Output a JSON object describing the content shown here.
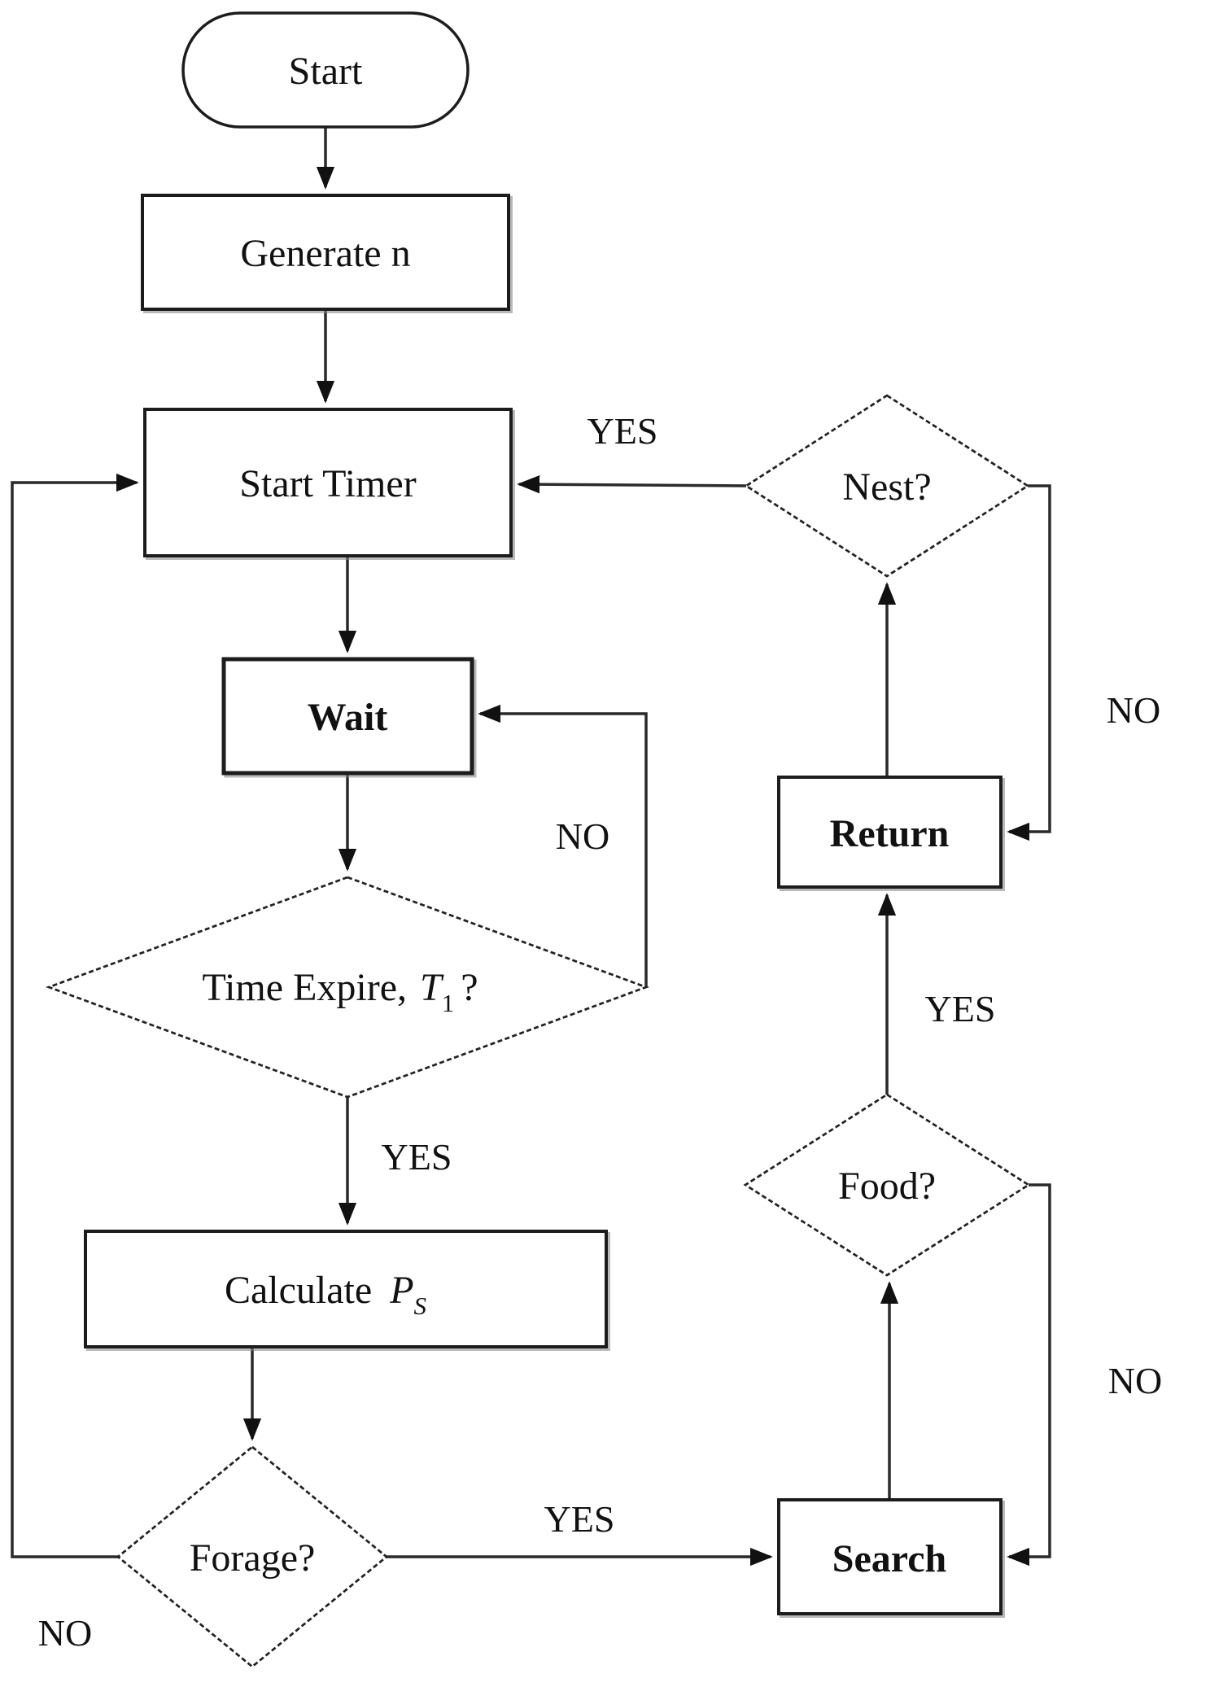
{
  "diagram": {
    "background": "#ffffff",
    "stroke_color": "#1c1c1c",
    "text_color": "#111111",
    "nodes": {
      "start": {
        "label": "Start",
        "shape": "terminator"
      },
      "generate_n": {
        "label": "Generate n",
        "shape": "process"
      },
      "start_timer": {
        "label": "Start Timer",
        "shape": "process"
      },
      "wait": {
        "label": "Wait",
        "shape": "process",
        "emphasis": "bold"
      },
      "time_expire": {
        "prefix": "Time Expire,",
        "var": "T",
        "sub": "1",
        "suffix": "?",
        "shape": "decision"
      },
      "calculate_ps": {
        "prefix": "Calculate",
        "var": "P",
        "sub": "S",
        "shape": "process"
      },
      "forage": {
        "label": "Forage?",
        "shape": "decision"
      },
      "nest": {
        "label": "Nest?",
        "shape": "decision"
      },
      "return": {
        "label": "Return",
        "shape": "process",
        "emphasis": "bold"
      },
      "food": {
        "label": "Food?",
        "shape": "decision"
      },
      "search": {
        "label": "Search",
        "shape": "process",
        "emphasis": "bold"
      }
    },
    "edge_labels": {
      "nest_yes": "YES",
      "nest_no": "NO",
      "time_expire_no": "NO",
      "time_expire_yes": "YES",
      "forage_yes": "YES",
      "forage_no": "NO",
      "food_yes": "YES",
      "food_no": "NO"
    }
  }
}
